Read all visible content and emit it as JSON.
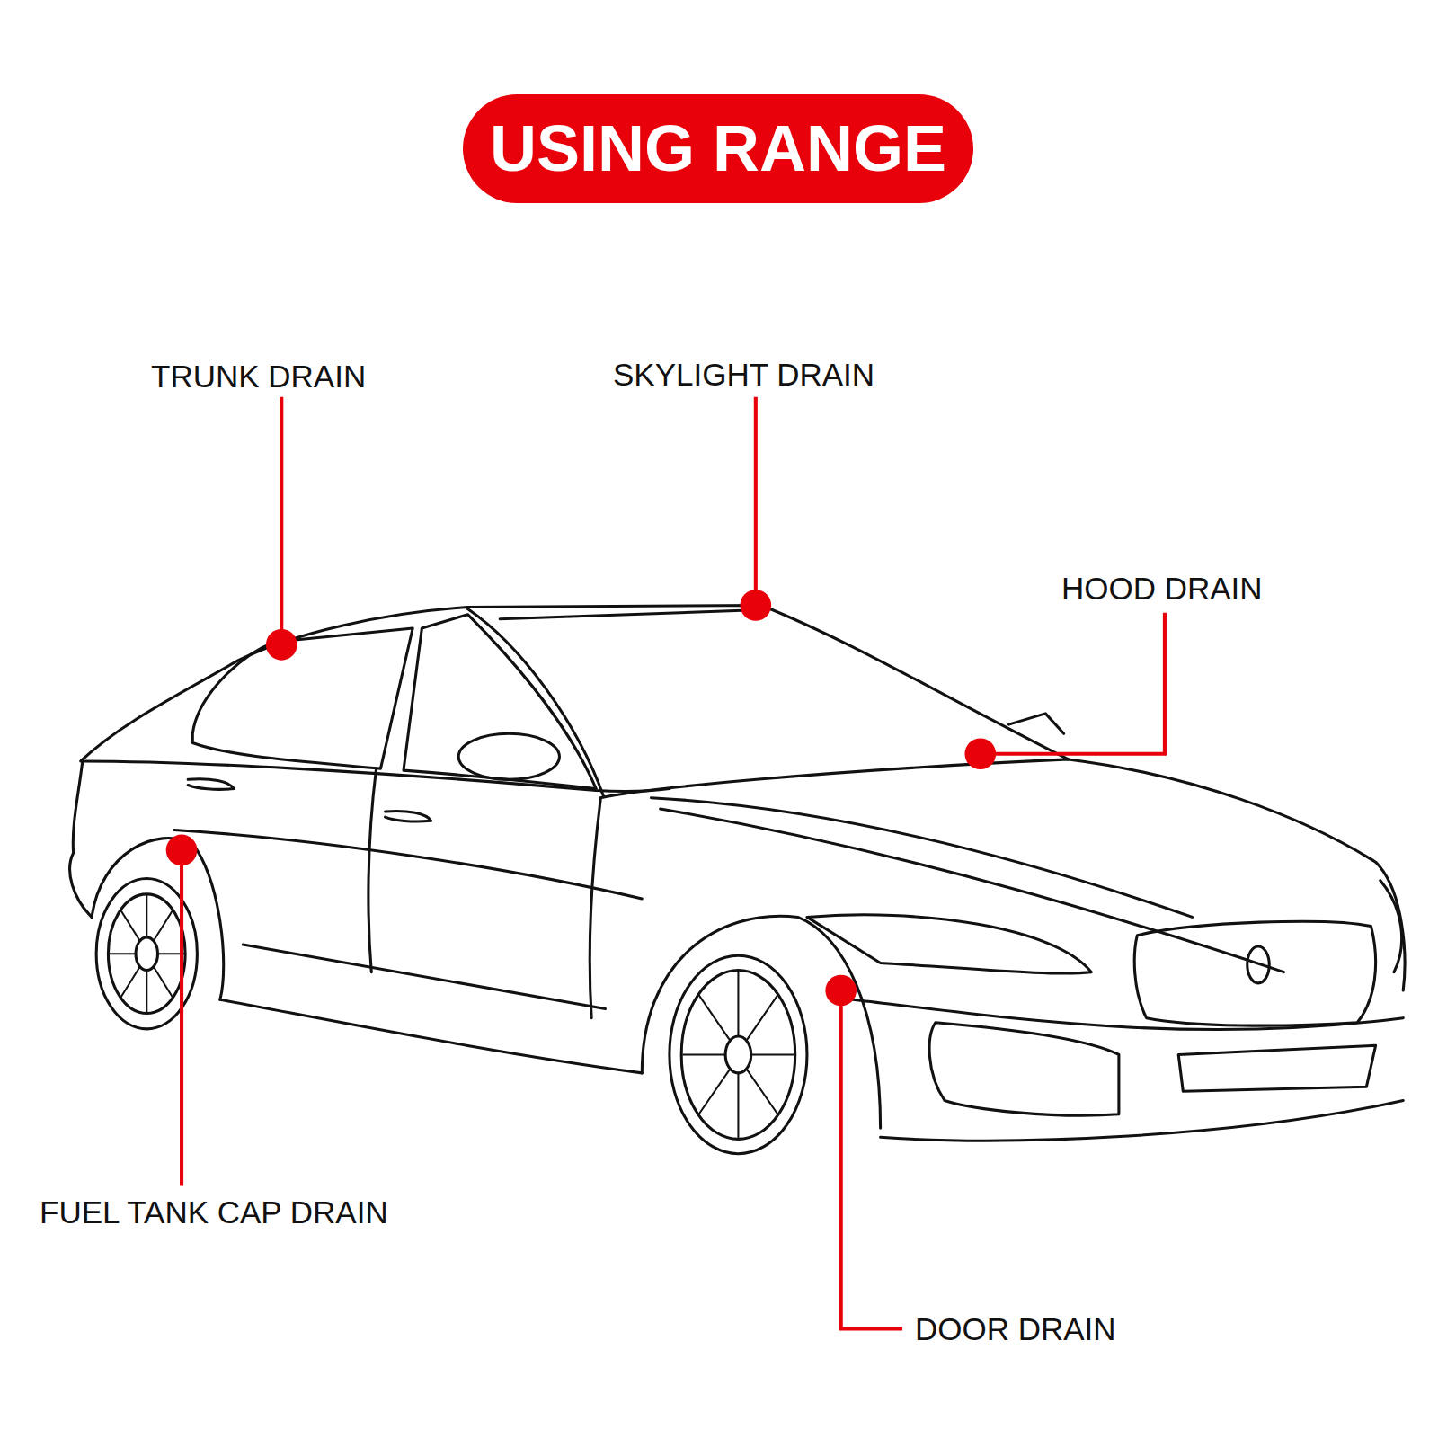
{
  "diagram": {
    "title": "USING RANGE",
    "labels": [
      "TRUNK DRAIN",
      "SKYLIGHT DRAIN",
      "HOOD DRAIN",
      "FUEL TANK CAP DRAIN",
      "DOOR DRAIN"
    ]
  }
}
